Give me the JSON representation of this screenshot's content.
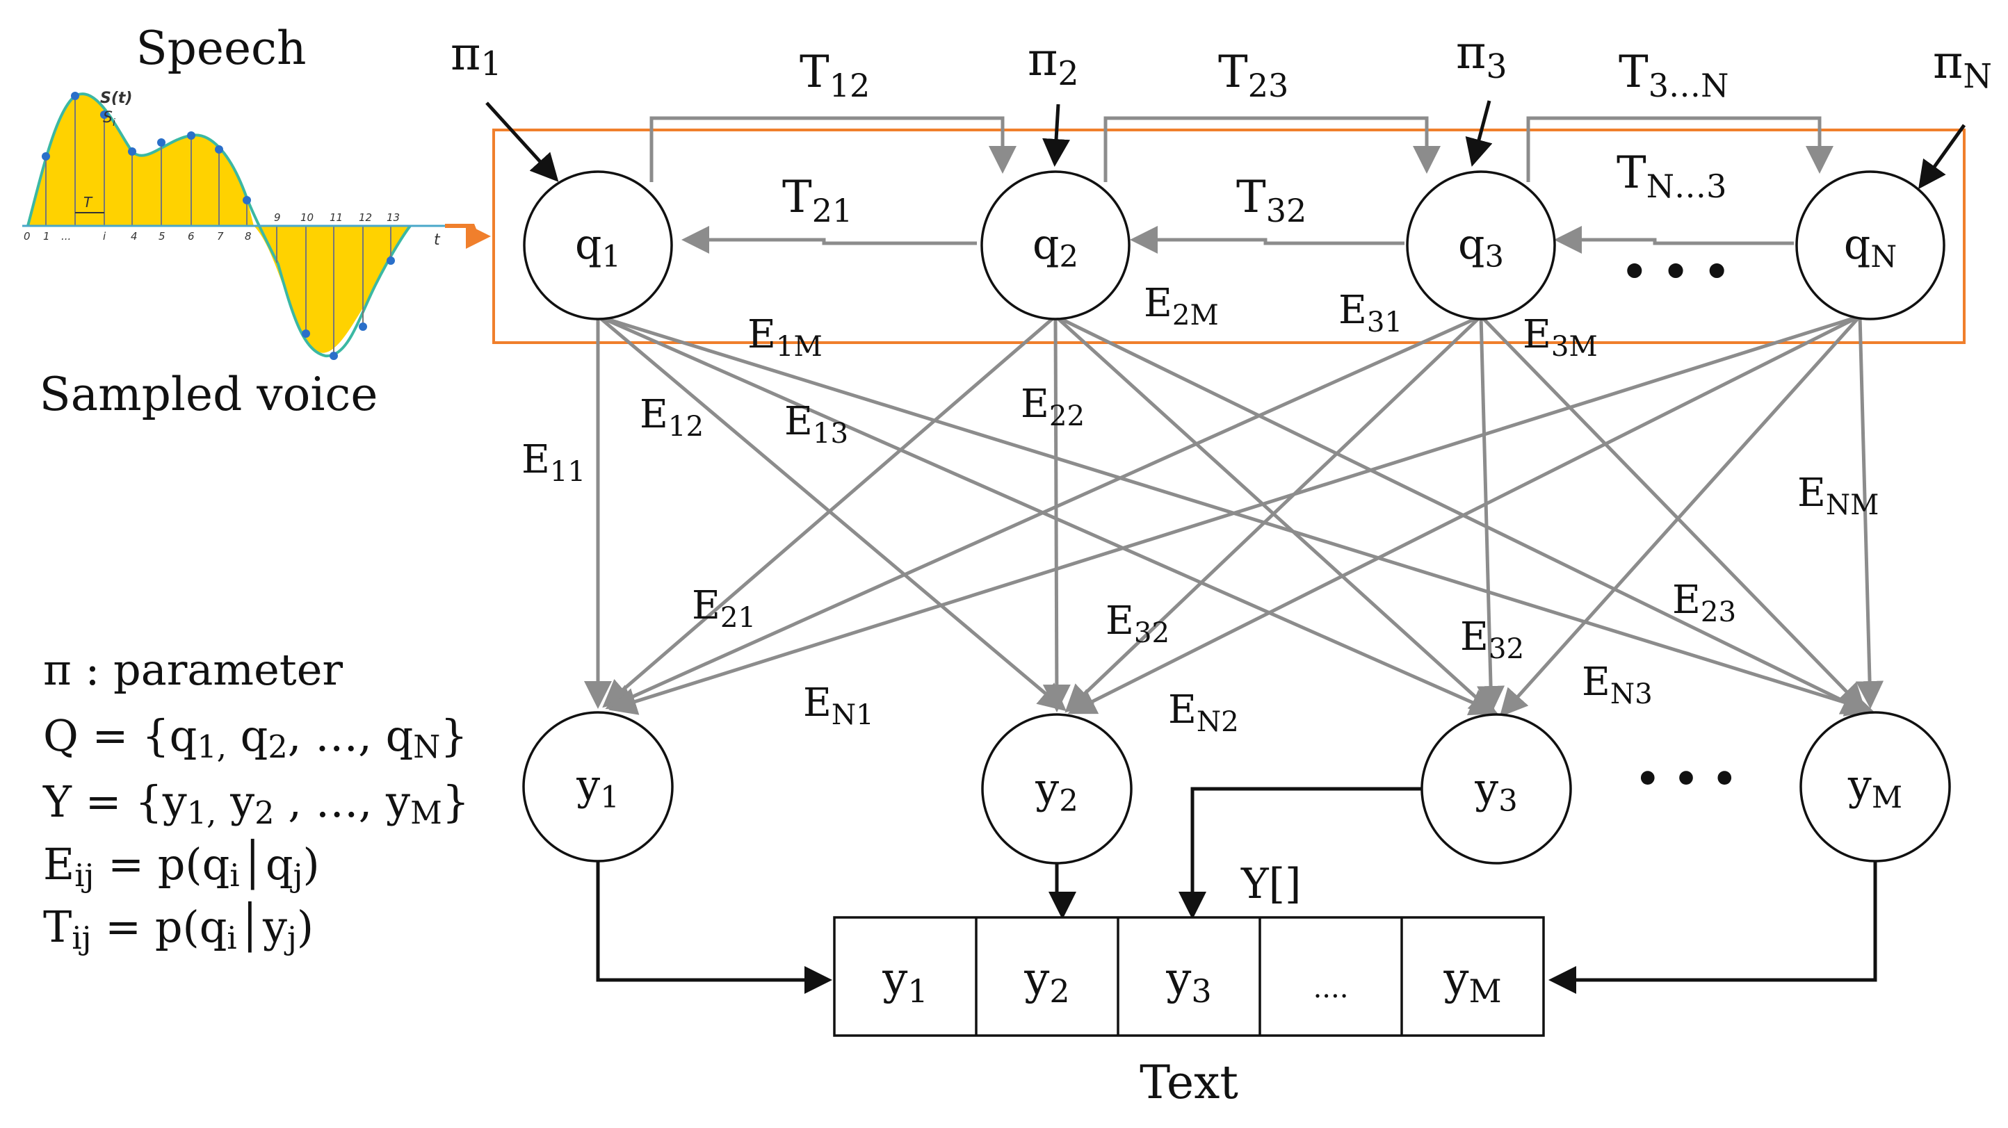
{
  "speech_panel": {
    "title": "Speech",
    "caption": "Sampled voice",
    "signal_label": "S(t)",
    "sample_label": "S",
    "sample_sub": "i",
    "period_label": "T",
    "time_label": "t",
    "ellipsis": "...",
    "ticks": [
      "0",
      "1",
      "...",
      "i",
      "4",
      "5",
      "6",
      "7",
      "8",
      "9",
      "10",
      "11",
      "12",
      "13"
    ]
  },
  "params": {
    "pi1": {
      "base": "π",
      "sub": "1"
    },
    "pi2": {
      "base": "π",
      "sub": "2"
    },
    "pi3": {
      "base": "π",
      "sub": "3"
    },
    "piN": {
      "base": "π",
      "sub": "N"
    }
  },
  "hidden_states": {
    "q1": {
      "base": "q",
      "sub": "1"
    },
    "q2": {
      "base": "q",
      "sub": "2"
    },
    "q3": {
      "base": "q",
      "sub": "3"
    },
    "qN": {
      "base": "q",
      "sub": "N"
    },
    "ellipsis": "• • •"
  },
  "observations": {
    "y1": {
      "base": "y",
      "sub": "1"
    },
    "y2": {
      "base": "y",
      "sub": "2"
    },
    "y3": {
      "base": "y",
      "sub": "3"
    },
    "yM": {
      "base": "y",
      "sub": "M"
    },
    "ellipsis": "• • •"
  },
  "transitions": {
    "T12": {
      "base": "T",
      "sub": "12"
    },
    "T23": {
      "base": "T",
      "sub": "23"
    },
    "T3N": {
      "base": "T",
      "sub": "3…N"
    },
    "T21": {
      "base": "T",
      "sub": "21"
    },
    "T32": {
      "base": "T",
      "sub": "32"
    },
    "TN3": {
      "base": "T",
      "sub": "N…3"
    }
  },
  "emissions": {
    "E1M": {
      "base": "E",
      "sub": "1M"
    },
    "E2M": {
      "base": "E",
      "sub": "2M"
    },
    "E31": {
      "base": "E",
      "sub": "31"
    },
    "E3M": {
      "base": "E",
      "sub": "3M"
    },
    "E12": {
      "base": "E",
      "sub": "12"
    },
    "E13": {
      "base": "E",
      "sub": "13"
    },
    "E22": {
      "base": "E",
      "sub": "22"
    },
    "E11": {
      "base": "E",
      "sub": "11"
    },
    "ENM": {
      "base": "E",
      "sub": "NM"
    },
    "E21": {
      "base": "E",
      "sub": "21"
    },
    "E32a": {
      "base": "E",
      "sub": "32"
    },
    "E32b": {
      "base": "E",
      "sub": "32"
    },
    "E23": {
      "base": "E",
      "sub": "23"
    },
    "EN1": {
      "base": "E",
      "sub": "N1"
    },
    "EN2": {
      "base": "E",
      "sub": "N2"
    },
    "EN3": {
      "base": "E",
      "sub": "N3"
    }
  },
  "output": {
    "array_label": "Y[]",
    "cells": [
      {
        "base": "y",
        "sub": "1"
      },
      {
        "base": "y",
        "sub": "2"
      },
      {
        "base": "y",
        "sub": "3"
      },
      {
        "base": "....",
        "sub": ""
      },
      {
        "base": "y",
        "sub": "M"
      }
    ],
    "caption": "Text"
  },
  "legend": {
    "line1": "π : parameter",
    "line2": {
      "p1": "Q = {q",
      "s1": "1,",
      "p2": " q",
      "s2": "2",
      "p3": ", …, q",
      "s3": "N",
      "p4": "}"
    },
    "line3": {
      "p1": "Y = {y",
      "s1": "1,",
      "p2": " y",
      "s2": "2",
      "p3": " , …, y",
      "s3": "M",
      "p4": "}"
    },
    "line4": {
      "p1": "E",
      "s1": "ij",
      "p2": " = p(q",
      "s2": "i",
      "p3": "│q",
      "s3": "j",
      "p4": ")"
    },
    "line5": {
      "p1": "T",
      "s1": "ij",
      "p2": " = p(q",
      "s2": "i",
      "p3": "│y",
      "s3": "j",
      "p4": ")"
    }
  },
  "colors": {
    "state_box": "#f07f2c",
    "edge_gray": "#8c8c8c",
    "wave_fill": "#ffd200",
    "ellipsis_blue": "#1e7be0"
  }
}
